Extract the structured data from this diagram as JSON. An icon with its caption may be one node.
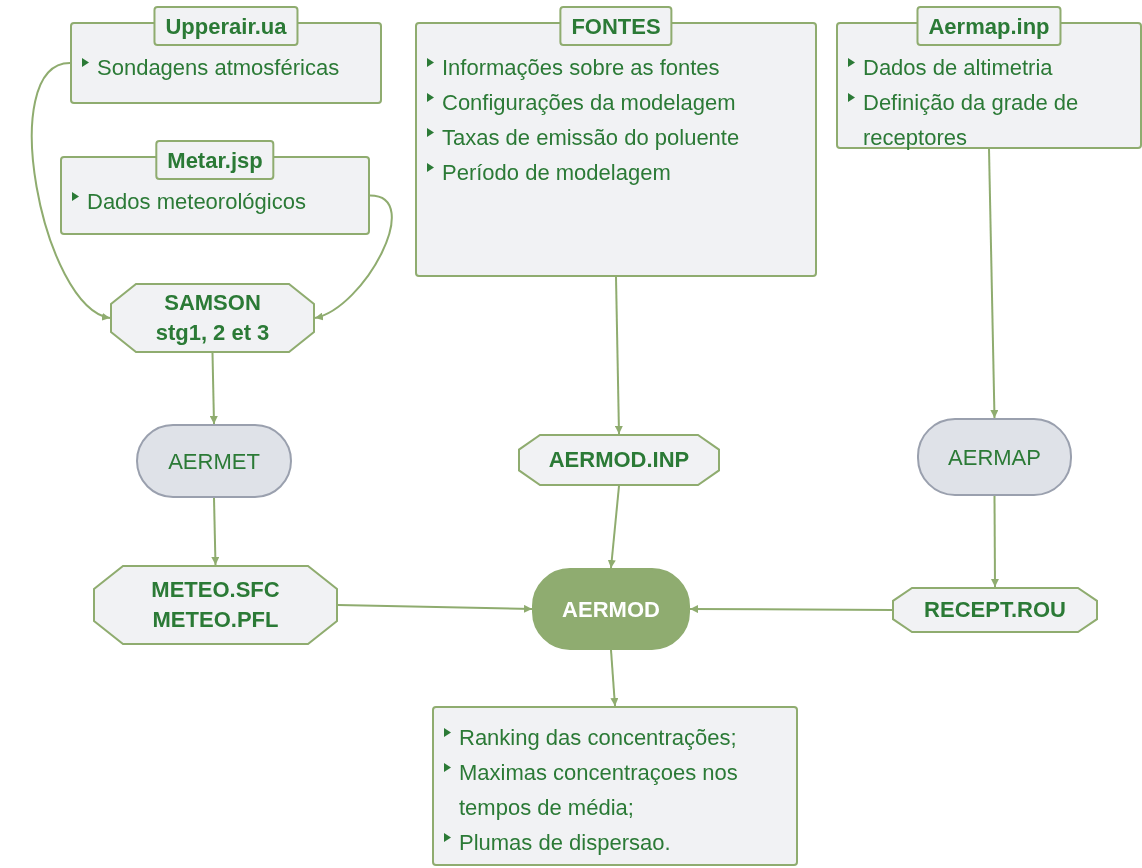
{
  "diagram": {
    "nodes": [
      {
        "text": [
          "Upperair.ua",
          "Sondagens atmosféricas"
        ]
      },
      {
        "text": [
          "Metar.jsp",
          "Dados meteorológicos"
        ]
      },
      {
        "text": [
          "FONTES",
          "Informações sobre as fontes",
          "Configurações da modelagem",
          "Taxas de emissão do poluente",
          "Período de modelagem"
        ]
      },
      {
        "text": [
          "Aermap.inp",
          "Dados de altimetria",
          "Definição da grade de receptores"
        ]
      },
      {
        "text": [
          "SAMSON stg1, 2 et 3"
        ]
      },
      {
        "text": [
          "AERMET"
        ]
      },
      {
        "text": [
          "AERMOD.INP"
        ]
      },
      {
        "text": [
          "AERMAP"
        ]
      },
      {
        "text": [
          "METEO.SFC METEO.PFL"
        ]
      },
      {
        "text": [
          "AERMOD"
        ]
      },
      {
        "text": [
          "RECEPT.ROU"
        ]
      },
      {
        "text": [
          "Ranking das concentrações;",
          "Maximas concentraçoes nos tempos de média;",
          "Plumas de dispersao."
        ]
      }
    ],
    "edges": [
      {
        "from": 0,
        "to": 4,
        "arrow": "to"
      },
      {
        "from": 1,
        "to": 4,
        "arrow": "to"
      },
      {
        "from": 4,
        "to": 5,
        "arrow": "to"
      },
      {
        "from": 5,
        "to": 8,
        "arrow": "to"
      },
      {
        "from": 2,
        "to": 6,
        "arrow": "to"
      },
      {
        "from": 3,
        "to": 7,
        "arrow": "to"
      },
      {
        "from": 6,
        "to": 9,
        "arrow": "to"
      },
      {
        "from": 7,
        "to": 10,
        "arrow": "to"
      },
      {
        "from": 8,
        "to": 9,
        "arrow": "to"
      },
      {
        "from": 10,
        "to": 9,
        "arrow": "to"
      },
      {
        "from": 9,
        "to": 11,
        "arrow": "to"
      }
    ]
  }
}
